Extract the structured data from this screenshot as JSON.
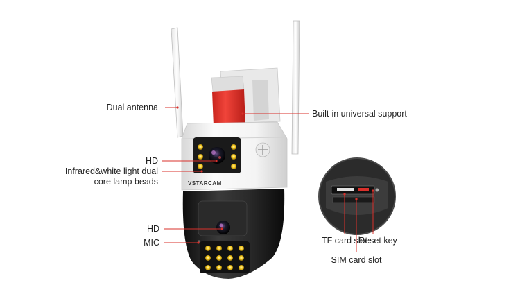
{
  "brand": "VSTARCAM",
  "labels": {
    "dual_antenna": "Dual antenna",
    "builtin_support": "Built-in universal support",
    "hd_top": "HD",
    "lamp_beads_line1": "Infrared&white light dual",
    "lamp_beads_line2": "core lamp beads",
    "hd_bottom": "HD",
    "mic": "MIC",
    "tf_slot": "TF card slot",
    "reset_key": "Reset key",
    "sim_slot": "SIM card slot"
  },
  "colors": {
    "leader_line": "#d9302b",
    "housing_white": "#f2f2f2",
    "housing_dark": "#1c1c1c",
    "bracket_red": "#e8372f",
    "lamp_yellow": "#f2c41c"
  }
}
